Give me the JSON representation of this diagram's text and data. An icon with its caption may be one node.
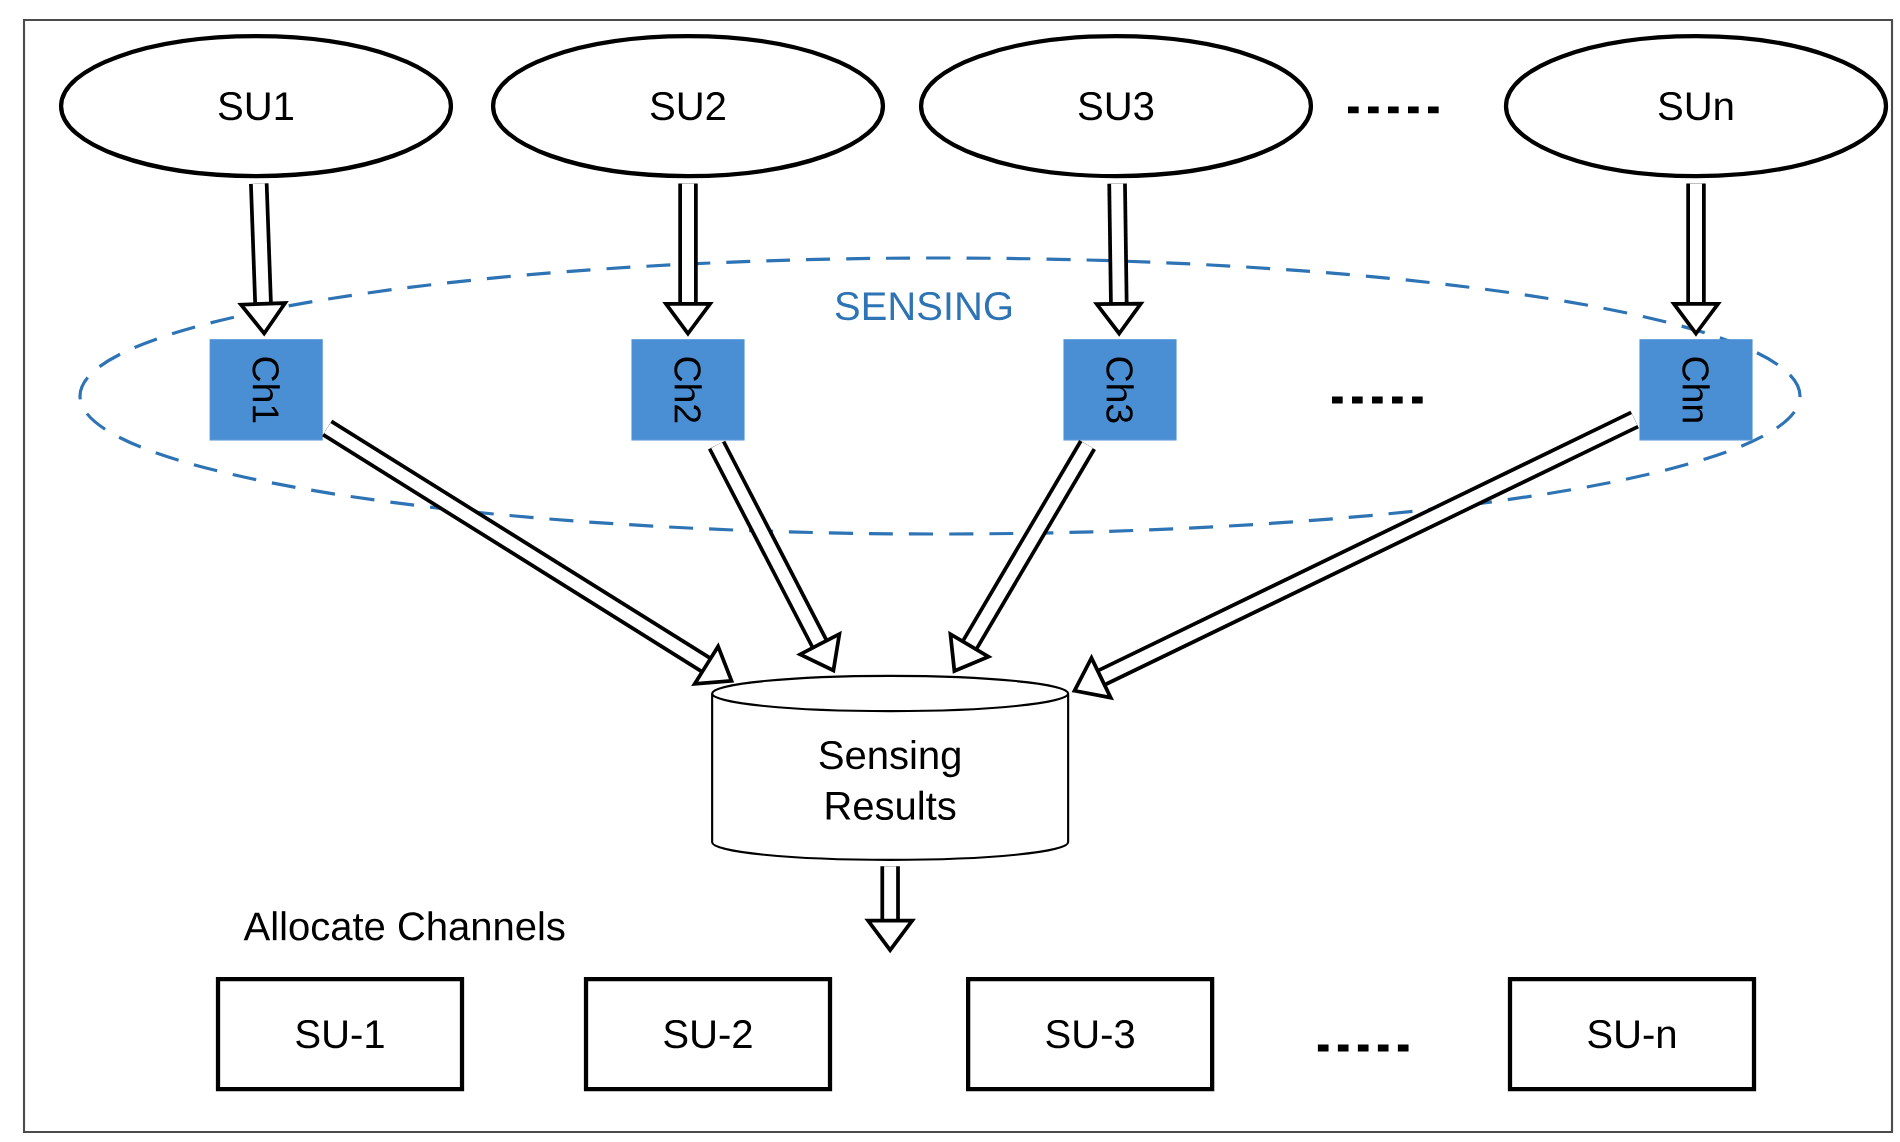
{
  "diagram": {
    "nodes": [
      {
        "text": [
          "SU1"
        ]
      },
      {
        "text": [
          "SU2"
        ]
      },
      {
        "text": [
          "SU3"
        ]
      },
      {
        "text": [
          "SUn"
        ]
      },
      {
        "text": [
          "SENSING"
        ]
      },
      {
        "text": [
          "Ch1"
        ],
        "in": 4
      },
      {
        "text": [
          "Ch2"
        ],
        "in": 4
      },
      {
        "text": [
          "Ch3"
        ],
        "in": 4
      },
      {
        "text": [
          "Chn"
        ],
        "in": 4
      },
      {
        "text": [
          "Sensing Results"
        ]
      },
      {
        "text": [
          "SU-1"
        ]
      },
      {
        "text": [
          "SU-2"
        ]
      },
      {
        "text": [
          "SU-3"
        ]
      },
      {
        "text": [
          "SU-n"
        ]
      }
    ],
    "edges": [
      {
        "from": 0,
        "to": 5,
        "arrow": "to"
      },
      {
        "from": 1,
        "to": 6,
        "arrow": "to"
      },
      {
        "from": 2,
        "to": 7,
        "arrow": "to"
      },
      {
        "from": 3,
        "to": 8,
        "arrow": "to"
      },
      {
        "from": 5,
        "to": 9,
        "arrow": "to"
      },
      {
        "from": 6,
        "to": 9,
        "arrow": "to"
      },
      {
        "from": 7,
        "to": 9,
        "arrow": "to"
      },
      {
        "from": 8,
        "to": 9,
        "arrow": "to"
      },
      {
        "from": 9,
        "to": null,
        "arrow": "to"
      }
    ],
    "labels": [
      "Allocate Channels"
    ]
  }
}
